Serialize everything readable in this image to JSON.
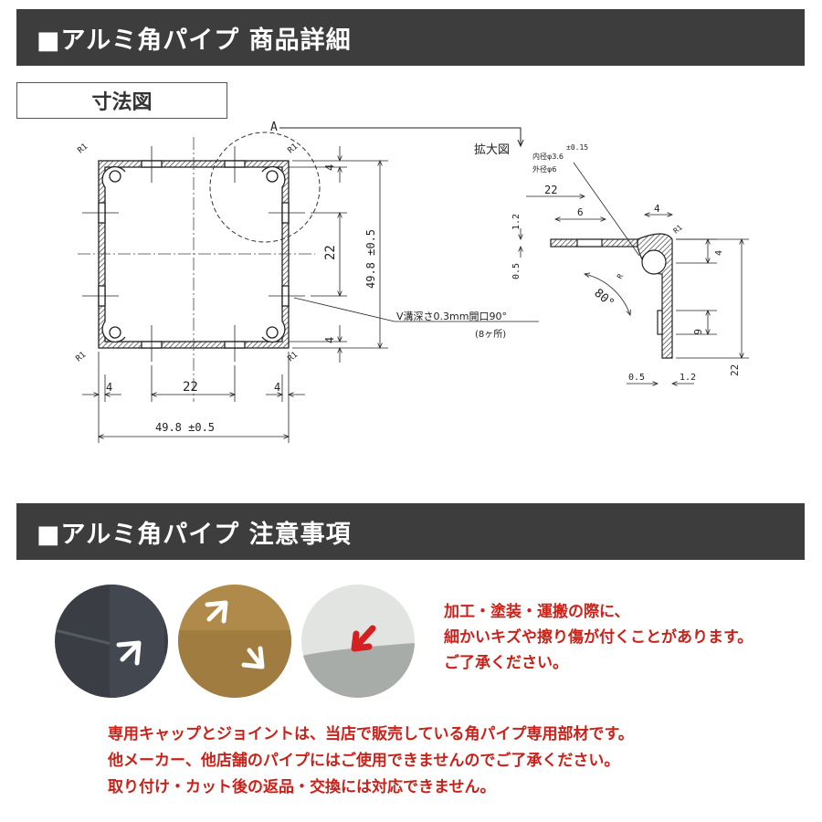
{
  "headers": {
    "details": "■アルミ角パイプ 商品詳細",
    "cautions": "■アルミ角パイプ 注意事項"
  },
  "drawing": {
    "box_label": "寸法図",
    "callout_label": "A",
    "enlarged_label": "拡大図",
    "inner_diameter": "内径φ3.6",
    "tolerance": "±0.15",
    "outer_diameter": "外径φ6",
    "groove_note": "V溝深さ0.3mm開口90°",
    "groove_count": "(8ヶ所)",
    "dims_main": {
      "width_total": "49.8 ±0.5",
      "height_total": "49.8 ±0.5",
      "center": "22",
      "edge": "4",
      "radius": "R1"
    },
    "dims_detail": {
      "len_22_top": "22",
      "len_6_top": "6",
      "len_4": "4",
      "len_1_2": "1.2",
      "len_0_5": "0.5",
      "angle": "80°",
      "r": "R",
      "r1": "R1",
      "len_6_side": "6",
      "len_22_side": "22",
      "bottom_0_5": "0.5",
      "bottom_1_2": "1.2"
    }
  },
  "photos": [
    {
      "name": "dark-pipe",
      "color": "#3a3d44"
    },
    {
      "name": "gold-pipe",
      "color": "#b08a4a"
    },
    {
      "name": "white-pipe",
      "color": "#e2e4e1"
    }
  ],
  "notices": {
    "scratch": [
      "加工・塗装・運搬の際に、",
      "細かいキズや擦り傷が付くことがあります。",
      "ご了承ください。"
    ],
    "parts": [
      "専用キャップとジョイントは、当店で販売している角パイプ専用部材です。",
      "他メーカー、他店舗のパイプにはご使用できませんのでご了承ください。",
      "取り付け・カット後の返品・交換には対応できません。"
    ]
  },
  "colors": {
    "header_bg": "#3d3d3d",
    "notice_red": "#c8221a",
    "arrow_red": "#d42020"
  }
}
